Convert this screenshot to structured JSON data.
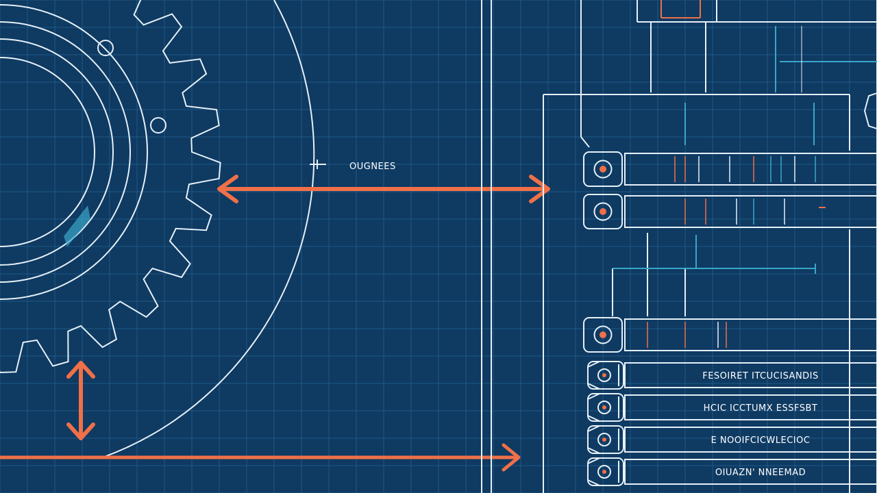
{
  "colors": {
    "background": "#0f3a62",
    "grid": "#1d5a86",
    "line": "#e6f1f8",
    "accent_orange": "#f07048",
    "accent_cyan": "#3aa7c9"
  },
  "labels": {
    "dimension_label": "OUGNEES",
    "rows": [
      "FESOIRET ITCUCISANDIS",
      "HCIC ICCTUMX ESSFSBT",
      "E NOOIFCICWLECIOC",
      "OIUAZN' NNEEMAD"
    ]
  },
  "icons": {
    "gear": "gear-icon",
    "row_icons": [
      "gear-icon",
      "gear-icon",
      "gear-icon",
      "gear-icon",
      "cog-icon",
      "cog-icon",
      "cog-icon",
      "cog-icon"
    ]
  }
}
